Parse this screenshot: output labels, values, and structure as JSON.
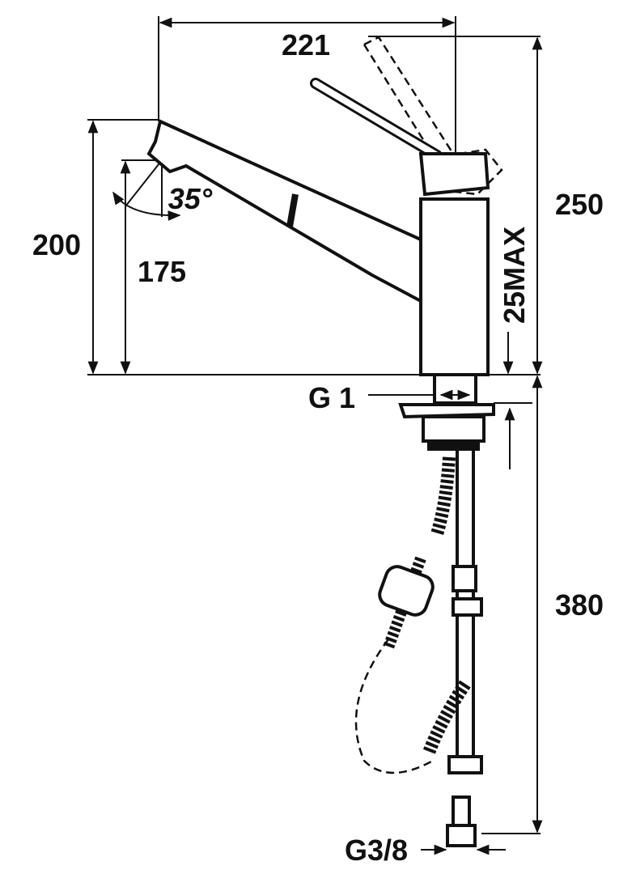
{
  "drawing": {
    "dimensions": {
      "width_top": "221",
      "height_total": "250",
      "spout_height": "200",
      "outlet_height": "175",
      "swivel_angle": "35°",
      "counter_thickness": "25MAX",
      "shank_thread": "G 1",
      "hose_length": "380",
      "hose_thread": "G3/8"
    },
    "colors": {
      "ink": "#111111",
      "background": "#ffffff"
    }
  }
}
